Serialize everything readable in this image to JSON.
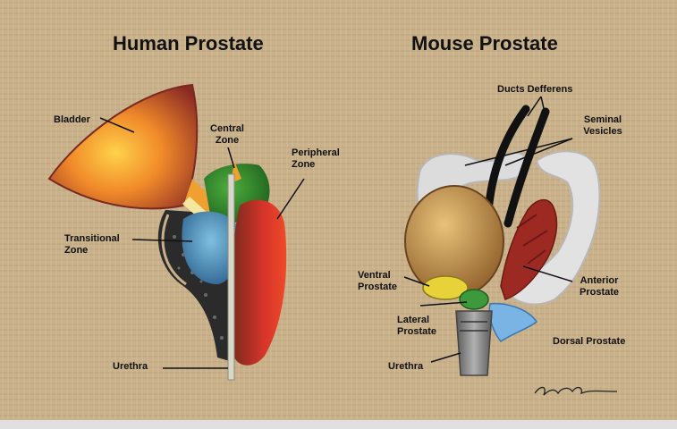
{
  "titles": {
    "human": "Human Prostate",
    "mouse": "Mouse Prostate"
  },
  "human_labels": {
    "bladder": "Bladder",
    "central_zone_1": "Central",
    "central_zone_2": "Zone",
    "peripheral_zone_1": "Peripheral",
    "peripheral_zone_2": "Zone",
    "transitional_zone_1": "Transitional",
    "transitional_zone_2": "Zone",
    "urethra": "Urethra"
  },
  "mouse_labels": {
    "ducts_defferens": "Ducts Defferens",
    "seminal_vesicles_1": "Seminal",
    "seminal_vesicles_2": "Vesicles",
    "ventral_prostate_1": "Ventral",
    "ventral_prostate_2": "Prostate",
    "lateral_prostate_1": "Lateral",
    "lateral_prostate_2": "Prostate",
    "anterior_prostate_1": "Anterior",
    "anterior_prostate_2": "Prostate",
    "dorsal_prostate": "Dorsal Prostate",
    "urethra": "Urethra"
  },
  "colors": {
    "background": "#c9b18b",
    "bladder": "#e8782a",
    "central_zone": "#2f8a2c",
    "peripheral_zone": "#c8302a",
    "transitional_zone": "#3f86b8",
    "stroma": "#2a2a2a",
    "mouse_bladder": "#c8964a",
    "seminal_vesicles": "#dcdcdc",
    "anterior_prostate": "#9c2a22",
    "ventral_prostate": "#e8d23a",
    "lateral_prostate": "#3c9a3c",
    "dorsal_prostate": "#6aa8dc",
    "urethra": "#8a8a8a"
  }
}
